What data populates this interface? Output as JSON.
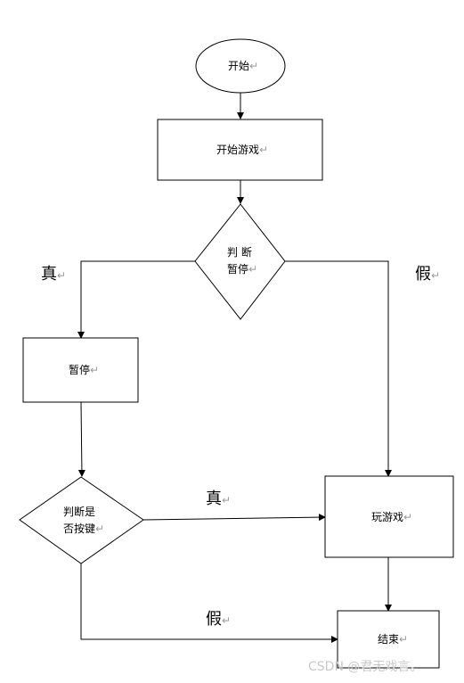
{
  "nodes": {
    "start": "开始",
    "start_game": "开始游戏",
    "check_pause_line1": "判 断",
    "check_pause_line2": "暂停",
    "pause": "暂停",
    "check_key_line1": "判断是",
    "check_key_line2": "否按键",
    "play_game": "玩游戏",
    "end": "结束"
  },
  "edges": {
    "pause_true": "真",
    "pause_false": "假",
    "key_true": "真",
    "key_false": "假"
  },
  "paragraph_mark": "↵",
  "watermark": "CSDN @君无戏言。",
  "colors": {
    "line": "#000000",
    "watermark": "#c8c8c8"
  }
}
